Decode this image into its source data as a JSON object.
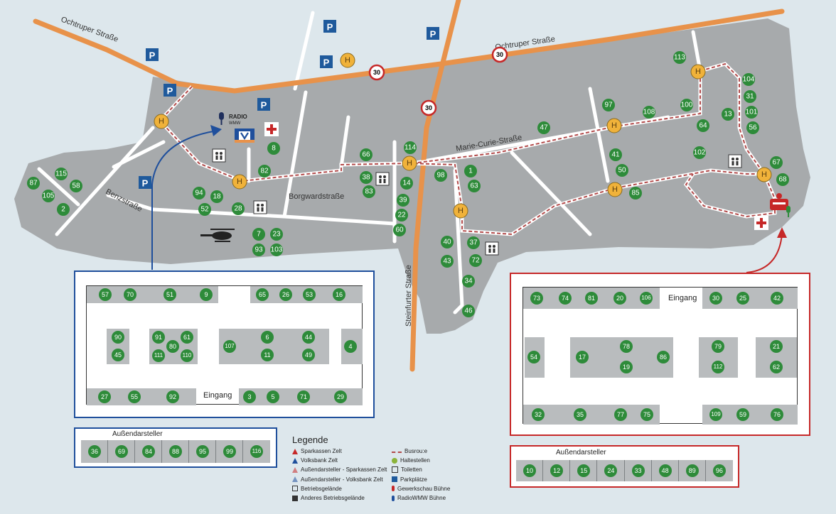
{
  "streets": {
    "ochtruper_left": "Ochtruper Straße",
    "ochtruper_right": "Ochtruper Straße",
    "marie_curie": "Marie-Curie-Straße",
    "borgward": "Borgwardstraße",
    "benz": "Benzstraße",
    "steinfurter": "Steinfurter Straße"
  },
  "speed_limit": "30",
  "icon_labels": {
    "parking": "P",
    "bus_stop": "H",
    "radio": "RADIO",
    "radio_sub": "WMW",
    "volksbank": "V"
  },
  "map_booths": [
    "115",
    "87",
    "58",
    "105",
    "2",
    "94",
    "18",
    "52",
    "28",
    "82",
    "8",
    "7",
    "23",
    "93",
    "103",
    "66",
    "38",
    "83",
    "114",
    "14",
    "39",
    "22",
    "60",
    "98",
    "1",
    "63",
    "37",
    "72",
    "40",
    "43",
    "34",
    "46",
    "47",
    "97",
    "108",
    "100",
    "64",
    "41",
    "50",
    "85",
    "113",
    "104",
    "31",
    "101",
    "13",
    "56",
    "102",
    "67",
    "68"
  ],
  "volksbank_hall": {
    "entrance_label": "Eingang",
    "top_row": [
      "57",
      "70",
      "51",
      "9",
      "65",
      "26",
      "53",
      "16"
    ],
    "bottom_row": [
      "27",
      "55",
      "92",
      "3",
      "5",
      "71",
      "29"
    ],
    "inner": [
      "90",
      "45",
      "91",
      "61",
      "80",
      "111",
      "110",
      "107",
      "6",
      "11",
      "44",
      "49",
      "4"
    ]
  },
  "volksbank_outdoor": {
    "title": "Außendarsteller",
    "booths": [
      "36",
      "69",
      "84",
      "88",
      "95",
      "99",
      "116"
    ]
  },
  "sparkasse_hall": {
    "entrance_label": "Eingang",
    "top_row": [
      "73",
      "74",
      "81",
      "20",
      "106",
      "30",
      "25",
      "42"
    ],
    "bottom_row": [
      "32",
      "35",
      "77",
      "75",
      "109",
      "59",
      "76"
    ],
    "inner": [
      "54",
      "17",
      "78",
      "19",
      "86",
      "79",
      "112",
      "21",
      "62"
    ]
  },
  "sparkasse_outdoor": {
    "title": "Außendarsteller",
    "booths": [
      "10",
      "12",
      "15",
      "24",
      "33",
      "48",
      "89",
      "96"
    ]
  },
  "legend": {
    "title": "Legende",
    "items_left": [
      {
        "label": "Sparkassen Zelt",
        "icon": "triangle-red",
        "color": "#c62828"
      },
      {
        "label": "Volksbank Zelt",
        "icon": "triangle-blue",
        "color": "#1f4f9c"
      },
      {
        "label": "Außendarsteller - Sparkassen Zelt",
        "icon": "triangle-outline-red",
        "color": "#c62828"
      },
      {
        "label": "Außendarsteller - Volksbank Zelt",
        "icon": "triangle-outline-blue",
        "color": "#1f4f9c"
      },
      {
        "label": "Betriebsgelände",
        "icon": "house-outline",
        "color": "#333333"
      },
      {
        "label": "Anderes Betriebsgelände",
        "icon": "house-filled",
        "color": "#333333"
      }
    ],
    "items_right": [
      {
        "label": "Busrou:e",
        "icon": "dashed-route",
        "color": "#b24a4a"
      },
      {
        "label": "Haltestellen",
        "icon": "bus-stop",
        "color": "#8bb33a"
      },
      {
        "label": "Toiletten",
        "icon": "wc",
        "color": "#333333"
      },
      {
        "label": "Parkplätze",
        "icon": "parking",
        "color": "#1f5a9c"
      },
      {
        "label": "Gewerkschau Bühne",
        "icon": "mic-red",
        "color": "#c62828"
      },
      {
        "label": "RadioWMW Bühne",
        "icon": "mic-blue",
        "color": "#1f4f9c"
      }
    ]
  },
  "colors": {
    "background": "#dde7ec",
    "area": "#a7aaac",
    "road": "#ffffff",
    "main_road": "#e8924a",
    "bus_route": "#b24a4a",
    "booth": "#2e8b3a",
    "volksbank": "#1f4f9c",
    "sparkasse": "#c62828",
    "bus_stop": "#f0b23a"
  }
}
